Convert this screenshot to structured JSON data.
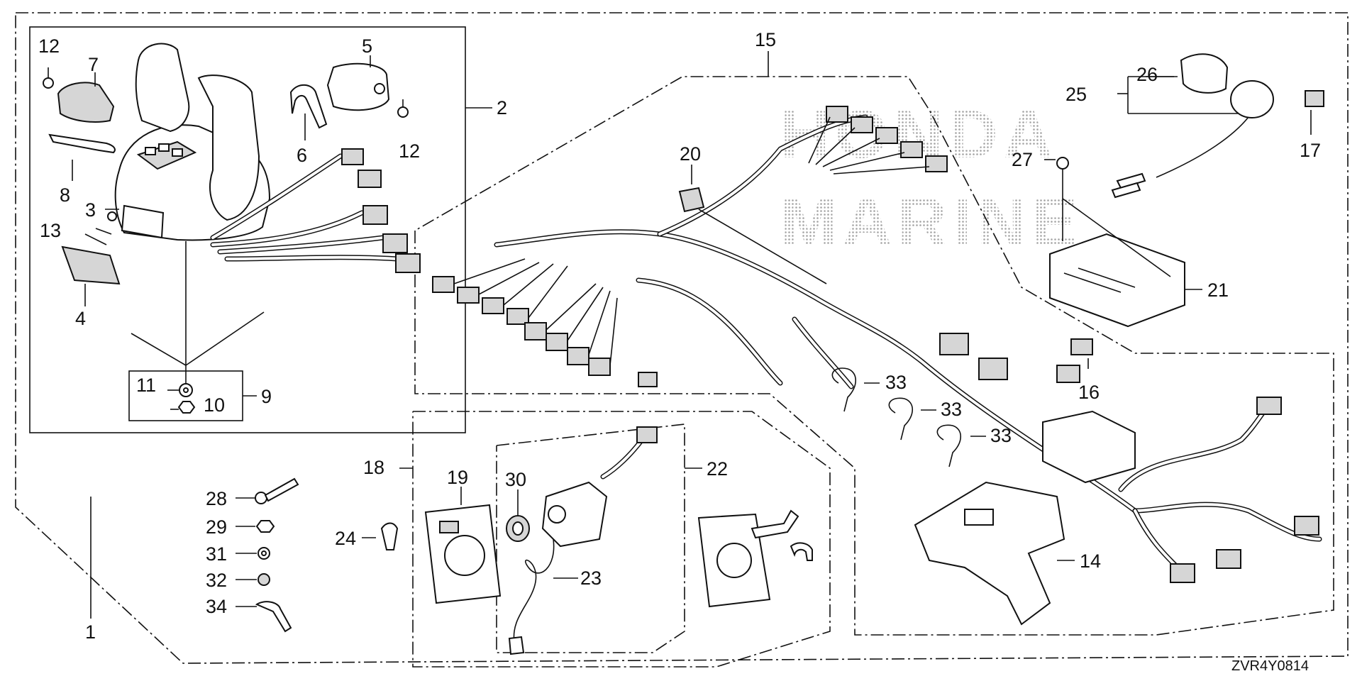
{
  "watermark": {
    "line1": "HONDA",
    "line2": "MARINE"
  },
  "diagram_code": "ZVR4Y0814",
  "callouts": [
    {
      "id": "c1",
      "text": "1"
    },
    {
      "id": "c2",
      "text": "2"
    },
    {
      "id": "c3",
      "text": "3"
    },
    {
      "id": "c4",
      "text": "4"
    },
    {
      "id": "c5",
      "text": "5"
    },
    {
      "id": "c6",
      "text": "6"
    },
    {
      "id": "c7",
      "text": "7"
    },
    {
      "id": "c8",
      "text": "8"
    },
    {
      "id": "c9",
      "text": "9"
    },
    {
      "id": "c10",
      "text": "10"
    },
    {
      "id": "c11",
      "text": "11"
    },
    {
      "id": "c12a",
      "text": "12"
    },
    {
      "id": "c12b",
      "text": "12"
    },
    {
      "id": "c13",
      "text": "13"
    },
    {
      "id": "c14",
      "text": "14"
    },
    {
      "id": "c15",
      "text": "15"
    },
    {
      "id": "c16",
      "text": "16"
    },
    {
      "id": "c17",
      "text": "17"
    },
    {
      "id": "c18",
      "text": "18"
    },
    {
      "id": "c19",
      "text": "19"
    },
    {
      "id": "c20",
      "text": "20"
    },
    {
      "id": "c21",
      "text": "21"
    },
    {
      "id": "c22",
      "text": "22"
    },
    {
      "id": "c23",
      "text": "23"
    },
    {
      "id": "c24",
      "text": "24"
    },
    {
      "id": "c25",
      "text": "25"
    },
    {
      "id": "c26",
      "text": "26"
    },
    {
      "id": "c27",
      "text": "27"
    },
    {
      "id": "c28",
      "text": "28"
    },
    {
      "id": "c29",
      "text": "29"
    },
    {
      "id": "c30",
      "text": "30"
    },
    {
      "id": "c31",
      "text": "31"
    },
    {
      "id": "c32",
      "text": "32"
    },
    {
      "id": "c33a",
      "text": "33"
    },
    {
      "id": "c33b",
      "text": "33"
    },
    {
      "id": "c33c",
      "text": "33"
    },
    {
      "id": "c34",
      "text": "34"
    }
  ]
}
